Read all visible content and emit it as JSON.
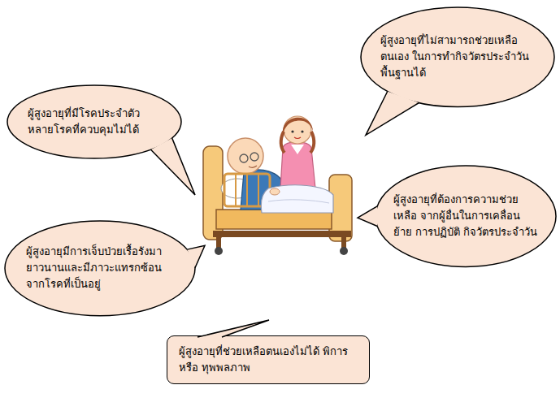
{
  "diagram": {
    "nodes": [
      {
        "text": [
          "ผู้สูงอายุที่ไม่สามารถช่วยเหลือตนเอง ในการทำกิจวัตรประจำวันพื้นฐานได้"
        ]
      },
      {
        "text": [
          "ผู้สูงอายุที่มีโรคประจำตัว หลายโรคที่ควบคุมไม่ได้"
        ]
      },
      {
        "text": [
          "ผู้สูงอายุที่ต้องการความช่วยเหลือ จากผู้อื่นในการเคลื่อนย้าย การปฏิบัติ กิจวัตรประจำวัน"
        ]
      },
      {
        "text": [
          "ผู้สูงอายุมีการเจ็บป่วยเรื้อรังมา ยาวนานและมีภาวะแทรกซ้อน จากโรคที่เป็นอยู่"
        ]
      },
      {
        "text": [
          "ผู้สูงอายุที่ช่วยเหลือตนเองไม่ได้ พิการหรือ ทุพพลภาพ"
        ]
      }
    ]
  }
}
